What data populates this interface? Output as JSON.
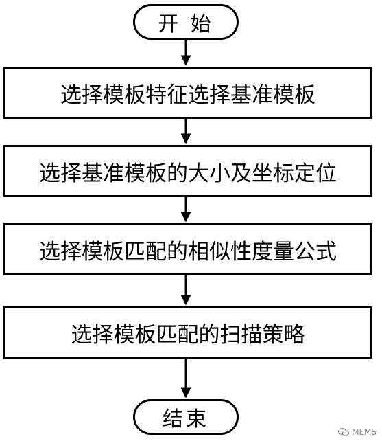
{
  "flowchart": {
    "start_label": "开 始",
    "end_label": "结束",
    "steps": [
      "选择模板特征选择基准模板",
      "选择基准模板的大小及坐标定位",
      "选择模板匹配的相似性度量公式",
      "选择模板匹配的扫描策略"
    ]
  },
  "watermark": {
    "text": "MEMS",
    "icon": "wechat-icon"
  }
}
